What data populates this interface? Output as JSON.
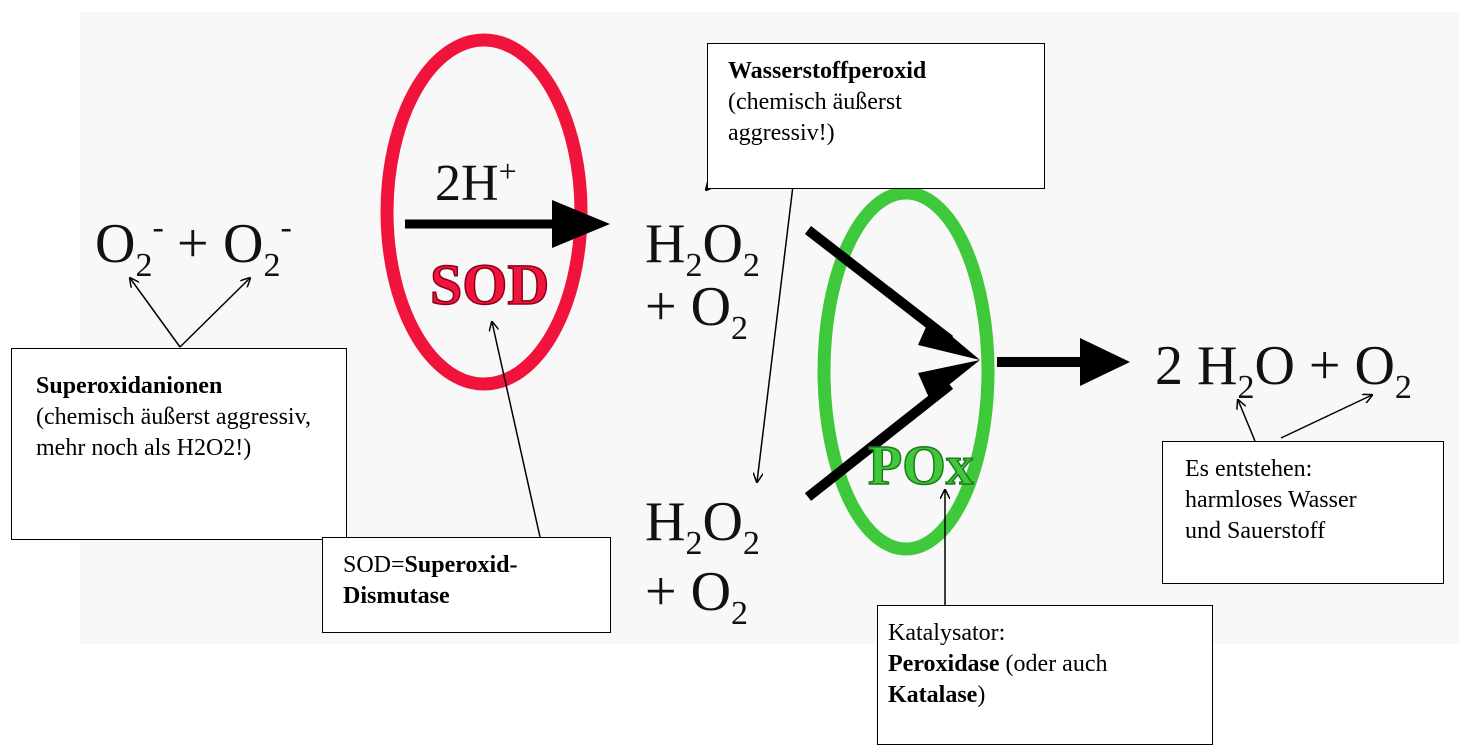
{
  "equation": {
    "reactant_left": "O",
    "reactant_sub": "2",
    "reactant_sup": "-",
    "plus": "+",
    "cofactor_main": "2H",
    "cofactor_sup": "+",
    "product_mid_top": "H",
    "product_mid_sub": "2",
    "product_mid_o": "O",
    "product_plus_o2": "+ O",
    "product_final_prefix": "2 H",
    "product_final_mid": "O + O",
    "product_final_sub": "2"
  },
  "enzymes": {
    "sod_label": "SOD",
    "pox_label": "POx",
    "sod_color": "#f0143c",
    "pox_color": "#3ec83a"
  },
  "annotations": {
    "superoxide": {
      "title": "Superoxidanionen",
      "text": "(chemisch äußerst aggressiv, mehr noch als H2O2!)"
    },
    "peroxide": {
      "title": "Wasserstoffperoxid",
      "text": "(chemisch äußerst aggressiv!)"
    },
    "sod": {
      "prefix": "SOD=",
      "title": "Superoxid-Dismutase"
    },
    "catalyst": {
      "line1": "Katalysator:",
      "bold1": "Peroxidase",
      "mid": " (oder auch",
      "bold2": "Katalase",
      "end": ")"
    },
    "products": {
      "text": "Es entstehen: harmloses Wasser und Sauerstoff"
    }
  }
}
